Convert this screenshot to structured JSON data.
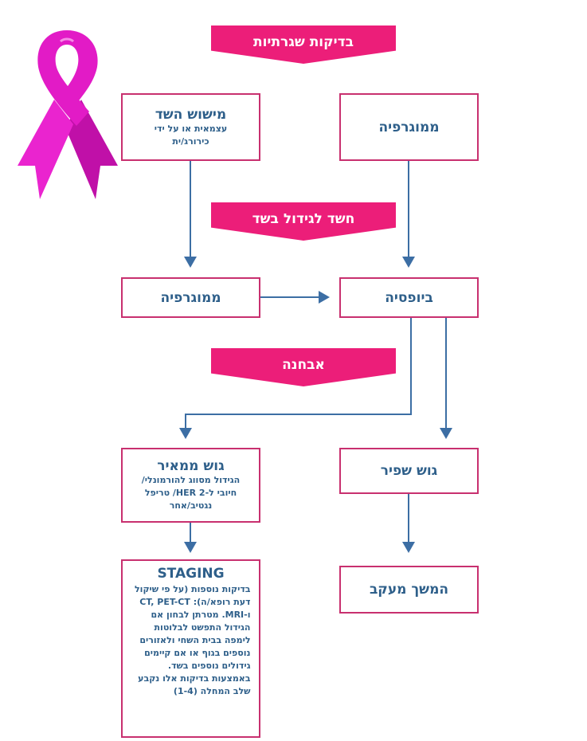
{
  "banners": {
    "screening": "בדיקות שגרתיות",
    "suspicion": "חשד לגידול בשד",
    "diagnosis": "אבחנה"
  },
  "boxes": {
    "breast_exam": {
      "title": "מישוש השד",
      "body": "עצמאית או על ידי כירורג/ית"
    },
    "mammography_top": {
      "title": "ממוגרפיה"
    },
    "mammography_mid": {
      "title": "ממוגרפיה"
    },
    "biopsy": {
      "title": "ביופסיה"
    },
    "malignant": {
      "title": "גוש ממאיר",
      "body": "הגידול מסווג להורמונלי/ חיובי ל-HER 2/ טריפל נגטיב/אחר"
    },
    "benign": {
      "title": "גוש שפיר"
    },
    "staging": {
      "title": "STAGING",
      "body": "בדיקות נוספות (על פי שיקול דעת רופא/ה): CT, PET-CT ו-MRI. מטרתן לבחון אם הגידול התפשט לבלוטות לימפה בבית השחי ולאזורים נוספים בגוף או אם קיימים גידולים נוספים בשד. באמצעות בדיקות אלו נקבע שלב המחלה (1-4)"
    },
    "follow_up": {
      "title": "המשך מעקב"
    }
  },
  "colors": {
    "pink": "#ec1e79",
    "box_border": "#c8306f",
    "text_blue": "#2e5f8a",
    "arrow": "#3c6ea4",
    "ribbon": "#e21bc6"
  },
  "icons": {
    "ribbon": "pink-ribbon-icon"
  }
}
